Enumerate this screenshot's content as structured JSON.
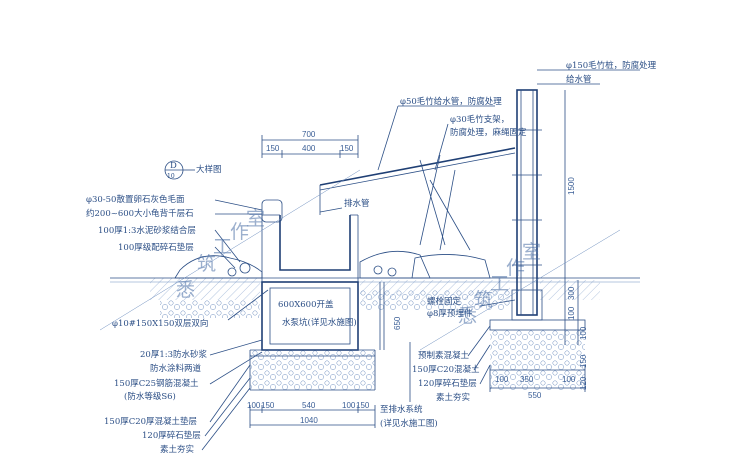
{
  "detail_badge": {
    "top": "D",
    "sub": "10",
    "note": "大样图"
  },
  "labels_left": [
    "φ30-50散置卵石灰色毛面",
    "约200~600大小龟背千层石",
    "100厚1:3水泥砂浆结合层",
    "100厚级配碎石垫层",
    "φ10#150X150双层双向"
  ],
  "labels_bottom_left": [
    "20厚1:3防水砂浆",
    "防水涂料两道",
    "150厚C25钢筋混凝土",
    "(防水等级S6)",
    "150厚C20厚混凝土垫层",
    "120厚碎石垫层",
    "素土夯实"
  ],
  "labels_top": {
    "pipe50": "φ50毛竹给水管，防腐处理",
    "support30_1": "φ30毛竹支架，",
    "support30_2": "防腐处理，麻绳固定",
    "pile150": "φ150毛竹桩，防腐处理",
    "supply": "给水管",
    "drain": "排水管"
  },
  "labels_center": {
    "cover": "600X600开盖",
    "pit": "水泵坑(详见水施图)",
    "bolt1": "螺栓固定",
    "bolt2": "φ8厚预埋件",
    "to_drain1": "至排水系统",
    "to_drain2": "(详见水施工图)"
  },
  "labels_right": [
    "预制素混凝土",
    "150厚C20混凝土",
    "120厚碎石垫层",
    "素土夯实"
  ],
  "dims_top": {
    "total": "700",
    "a": "150",
    "b": "400",
    "c": "150"
  },
  "dims_bottom": {
    "a": "100",
    "b": "150",
    "c": "540",
    "d": "100",
    "e": "150",
    "total": "1040"
  },
  "dims_right_bottom": {
    "a": "100",
    "b": "350",
    "c": "100",
    "total": "550"
  },
  "dims_vertical": {
    "v1500": "1500",
    "v300": "300",
    "v100": "100",
    "v100b": "100",
    "v150": "150",
    "v120": "120",
    "v650": "650"
  },
  "watermark": [
    "悉",
    "筑",
    "工",
    "作",
    "室"
  ]
}
